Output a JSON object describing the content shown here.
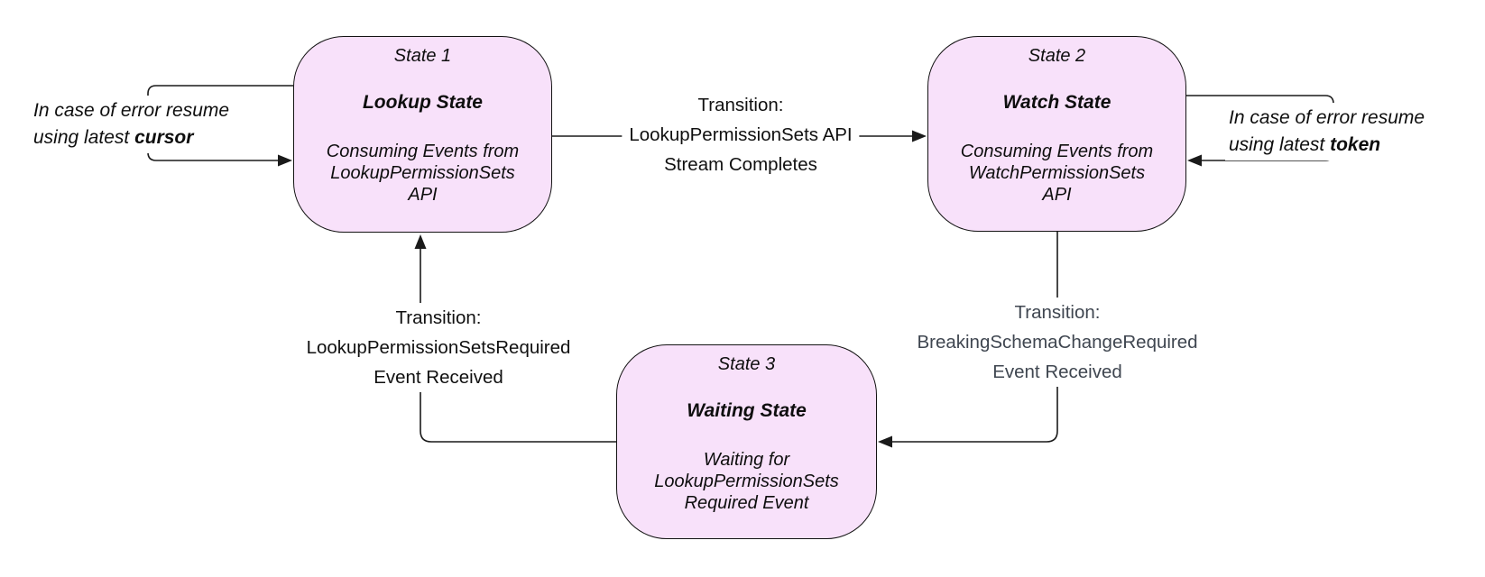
{
  "states": [
    {
      "id": "State 1",
      "name": "Lookup State",
      "description": "Consuming Events from\nLookupPermissionSets\nAPI"
    },
    {
      "id": "State 2",
      "name": "Watch State",
      "description": "Consuming Events from\nWatchPermissionSets\nAPI"
    },
    {
      "id": "State 3",
      "name": "Waiting State",
      "description": "Waiting for\nLookupPermissionSets\nRequired Event"
    }
  ],
  "transitions": [
    {
      "from": "State 1",
      "to": "State 2",
      "label": "Transition:\nLookupPermissionSets API\nStream Completes"
    },
    {
      "from": "State 3",
      "to": "State 1",
      "label": "Transition:\nLookupPermissionSetsRequired\nEvent Received"
    },
    {
      "from": "State 2",
      "to": "State 3",
      "label": "Transition:\nBreakingSchemaChangeRequired\nEvent Received"
    }
  ],
  "notes": [
    {
      "target": "State 1",
      "text": "In case of error resume\nusing latest ",
      "bold": "cursor"
    },
    {
      "target": "State 2",
      "text": "In case of error resume\nusing latest ",
      "bold": "token"
    }
  ],
  "colors": {
    "state_fill": "#f8e1fa",
    "state_border": "#131313",
    "arrow": "#1a1a1a",
    "label_text": "#101010",
    "secondary_label_text": "#3f4650",
    "background": "#ffffff"
  }
}
